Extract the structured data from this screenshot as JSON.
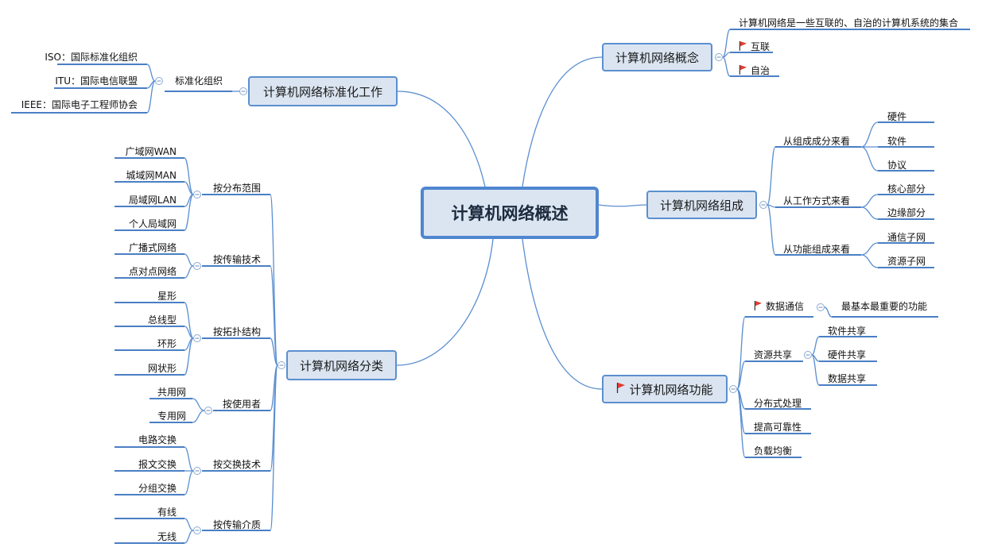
{
  "root": "计算机网络概述",
  "concept": {
    "title": "计算机网络概念",
    "items": [
      "计算机网络是一些互联的、自治的计算机系统的集合",
      "互联",
      "自治"
    ]
  },
  "composition": {
    "title": "计算机网络组成",
    "groups": [
      {
        "label": "从组成成分来看",
        "items": [
          "硬件",
          "软件",
          "协议"
        ]
      },
      {
        "label": "从工作方式来看",
        "items": [
          "核心部分",
          "边缘部分"
        ]
      },
      {
        "label": "从功能组成来看",
        "items": [
          "通信子网",
          "资源子网"
        ]
      }
    ]
  },
  "function": {
    "title": "计算机网络功能",
    "data_comm": "数据通信",
    "data_comm_note": "最基本最重要的功能",
    "resource_share": "资源共享",
    "share_items": [
      "软件共享",
      "硬件共享",
      "数据共享"
    ],
    "others": [
      "分布式处理",
      "提高可靠性",
      "负载均衡"
    ]
  },
  "standard": {
    "title": "计算机网络标准化工作",
    "group": "标准化组织",
    "items": [
      "ISO：国际标准化组织",
      "ITU：国际电信联盟",
      "IEEE：国际电子工程师协会"
    ]
  },
  "classification": {
    "title": "计算机网络分类",
    "groups": [
      {
        "label": "按分布范围",
        "items": [
          "广域网WAN",
          "城域网MAN",
          "局域网LAN",
          "个人局域网"
        ]
      },
      {
        "label": "按传输技术",
        "items": [
          "广播式网络",
          "点对点网络"
        ]
      },
      {
        "label": "按拓扑结构",
        "items": [
          "星形",
          "总线型",
          "环形",
          "网状形"
        ]
      },
      {
        "label": "按使用者",
        "items": [
          "共用网",
          "专用网"
        ]
      },
      {
        "label": "按交换技术",
        "items": [
          "电路交换",
          "报文交换",
          "分组交换"
        ]
      },
      {
        "label": "按传输介质",
        "items": [
          "有线",
          "无线"
        ]
      }
    ]
  },
  "colors": {
    "line": "#5b8fd0",
    "box_fill": "#dbe5f1",
    "flag": "#e03c31"
  },
  "icons": [
    "flag-icon",
    "collapse-icon"
  ]
}
